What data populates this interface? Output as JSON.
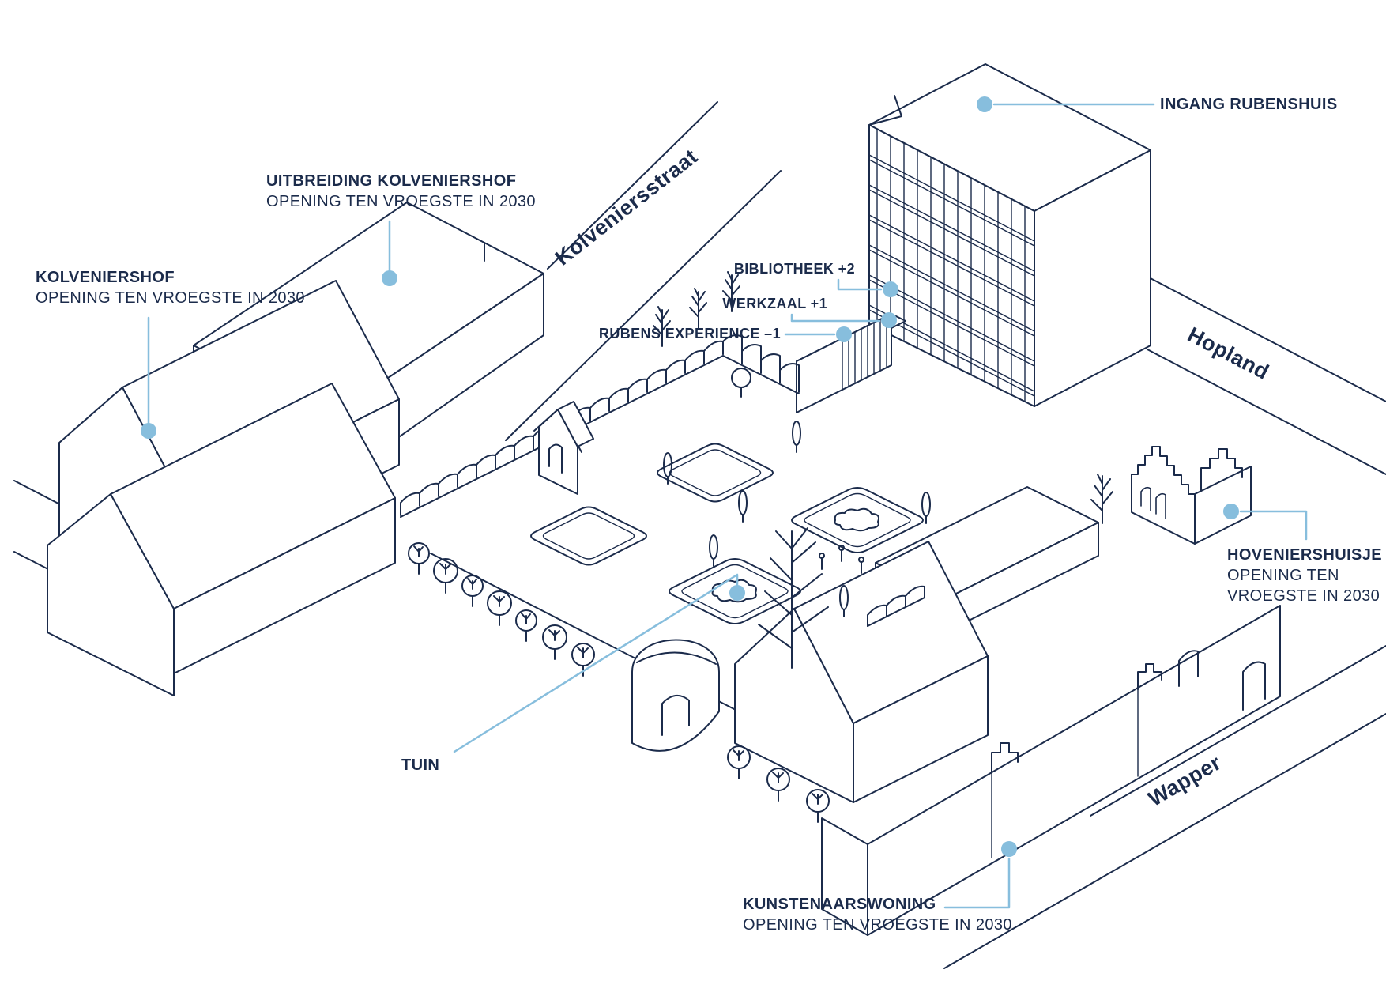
{
  "colors": {
    "line": "#1b2b4b",
    "accent": "#87bedd",
    "background": "#ffffff"
  },
  "streets": {
    "kolveniersstraat": "Kolveniersstraat",
    "hopland": "Hopland",
    "wapper": "Wapper"
  },
  "labels": {
    "kolveniershof": {
      "title": "KOLVENIERSHOF",
      "subtitle": "OPENING TEN VROEGSTE IN 2030"
    },
    "uitbreiding_kolveniershof": {
      "title": "UITBREIDING KOLVENIERSHOF",
      "subtitle": "OPENING TEN VROEGSTE IN 2030"
    },
    "ingang_rubenshuis": {
      "title": "INGANG RUBENSHUIS"
    },
    "bibliotheek": {
      "title": "BIBLIOTHEEK +2"
    },
    "werkzaal": {
      "title": "WERKZAAL +1"
    },
    "rubens_experience": {
      "title": "RUBENS EXPERIENCE –1"
    },
    "hoveniershuisje": {
      "title": "HOVENIERSHUISJE",
      "subtitle_line1": "OPENING TEN",
      "subtitle_line2": "VROEGSTE IN 2030"
    },
    "tuin": {
      "title": "TUIN"
    },
    "kunstenaarswoning": {
      "title": "KUNSTENAARSWONING",
      "subtitle": "OPENING TEN VROEGSTE IN 2030"
    }
  }
}
